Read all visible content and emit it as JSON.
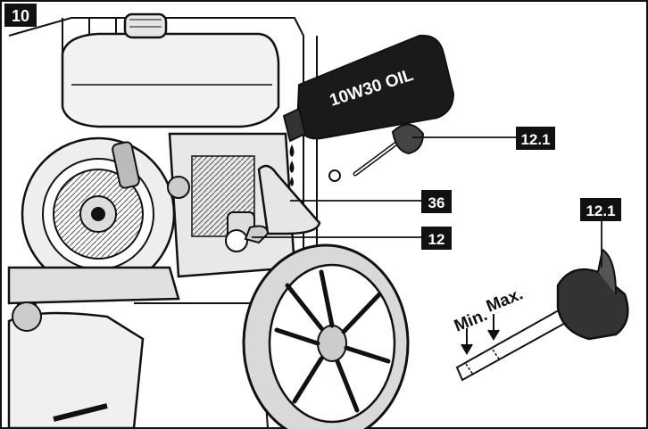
{
  "figure": {
    "number": "10"
  },
  "bottle": {
    "label": "10W30 OIL"
  },
  "callouts": [
    {
      "id": "dipstick_top",
      "label": "12.1"
    },
    {
      "id": "funnel",
      "label": "36"
    },
    {
      "id": "fill_port",
      "label": "12"
    },
    {
      "id": "dipstick_detail",
      "label": "12.1"
    }
  ],
  "dipstick": {
    "min_label": "Min.",
    "max_label": "Max."
  },
  "colors": {
    "line": "#111111",
    "tag_bg": "#111111",
    "tag_text": "#ffffff",
    "background": "#ffffff",
    "shade": "#d9d9d9"
  }
}
